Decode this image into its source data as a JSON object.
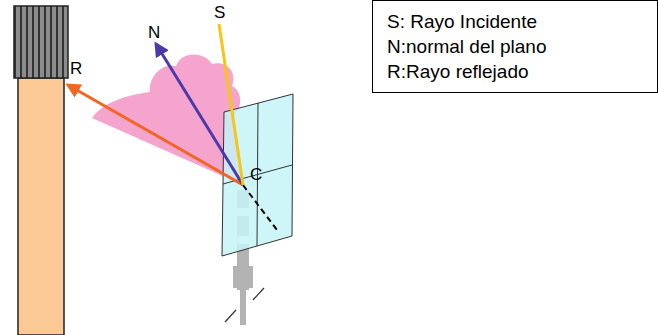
{
  "diagram": {
    "nodes": [
      {
        "text": [
          "S: Rayo Incidente",
          "N:normal del plano",
          "R:Rayo reflejado"
        ]
      }
    ],
    "labels": [
      "R",
      "N",
      "S",
      "C"
    ]
  }
}
